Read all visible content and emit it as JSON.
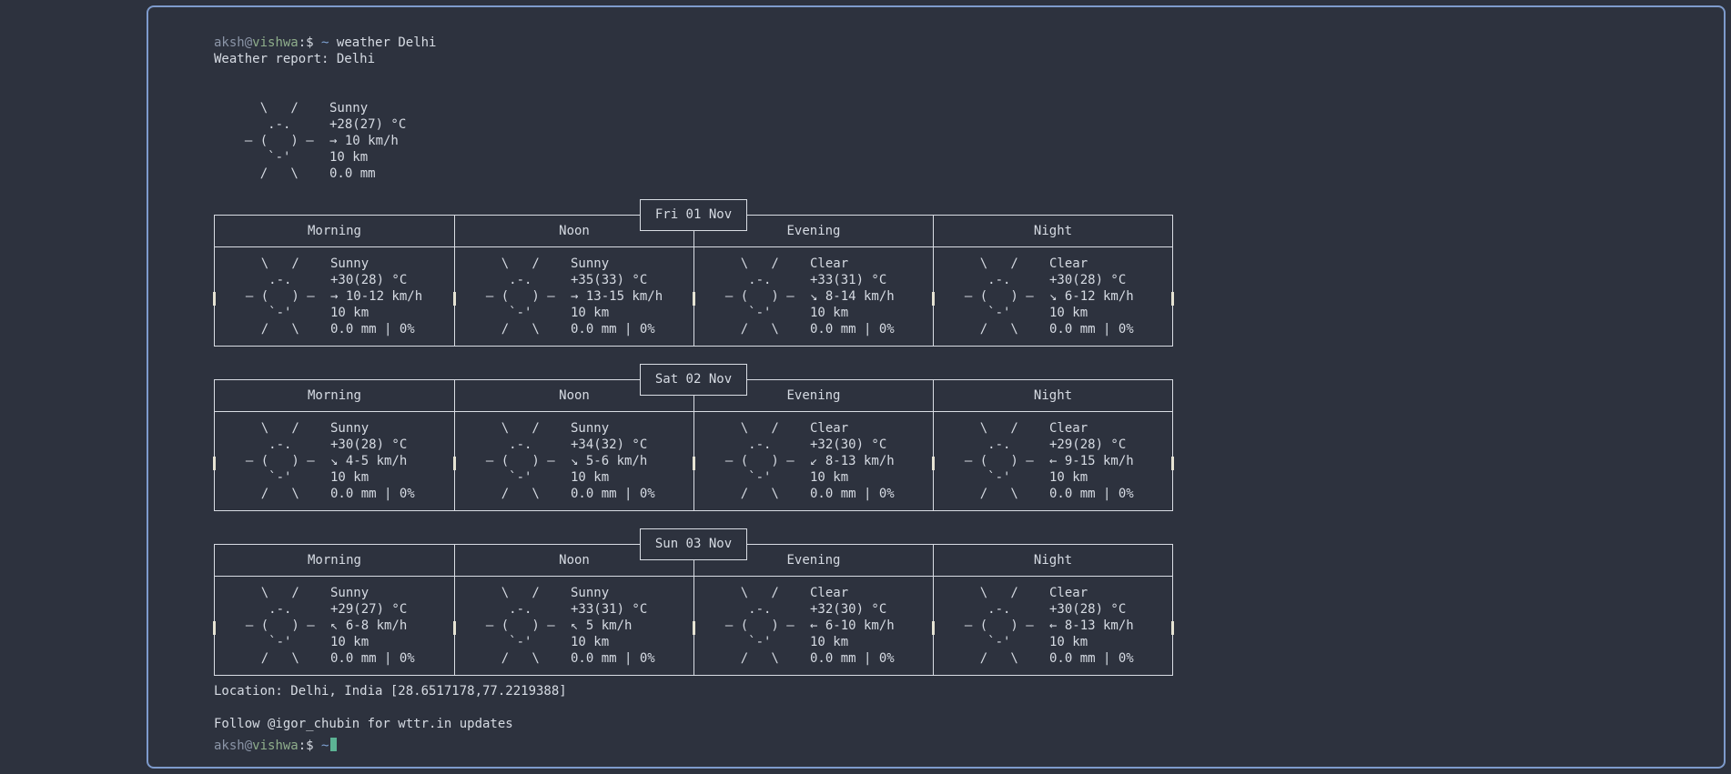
{
  "colors": {
    "background": "#2d323e",
    "window_border": "#7e9bcc",
    "text": "#d6dbe3",
    "table_border": "#d9dde4",
    "prompt_user": "#8b95a7",
    "prompt_host": "#8fae8c",
    "prompt_tilde": "#7fa3d4",
    "cursor": "#5cb394"
  },
  "session": {
    "prompt_user": "aksh",
    "prompt_at": "@",
    "prompt_host": "vishwa",
    "prompt_suffix": ":$",
    "prompt_tilde": "~",
    "command": "weather Delhi"
  },
  "report": {
    "title": "Weather report: Delhi"
  },
  "ascii_art": {
    "sun": "    \\   /\n     .-.\n  – (   ) –\n     `-'\n    /   \\"
  },
  "current": {
    "condition": "Sunny",
    "temperature": "+28(27) °C",
    "wind": "→ 10 km/h",
    "visibility": "10 km",
    "precipitation": "0.0 mm"
  },
  "periods": [
    "Morning",
    "Noon",
    "Evening",
    "Night"
  ],
  "days": [
    {
      "title": "Fri 01 Nov",
      "cells": [
        {
          "condition": "Sunny",
          "temperature": "+30(28) °C",
          "wind": "→ 10-12 km/h",
          "visibility": "10 km",
          "precipitation": "0.0 mm | 0%"
        },
        {
          "condition": "Sunny",
          "temperature": "+35(33) °C",
          "wind": "→ 13-15 km/h",
          "visibility": "10 km",
          "precipitation": "0.0 mm | 0%"
        },
        {
          "condition": "Clear",
          "temperature": "+33(31) °C",
          "wind": "↘ 8-14 km/h",
          "visibility": "10 km",
          "precipitation": "0.0 mm | 0%"
        },
        {
          "condition": "Clear",
          "temperature": "+30(28) °C",
          "wind": "↘ 6-12 km/h",
          "visibility": "10 km",
          "precipitation": "0.0 mm | 0%"
        }
      ]
    },
    {
      "title": "Sat 02 Nov",
      "cells": [
        {
          "condition": "Sunny",
          "temperature": "+30(28) °C",
          "wind": "↘ 4-5 km/h",
          "visibility": "10 km",
          "precipitation": "0.0 mm | 0%"
        },
        {
          "condition": "Sunny",
          "temperature": "+34(32) °C",
          "wind": "↘ 5-6 km/h",
          "visibility": "10 km",
          "precipitation": "0.0 mm | 0%"
        },
        {
          "condition": "Clear",
          "temperature": "+32(30) °C",
          "wind": "↙ 8-13 km/h",
          "visibility": "10 km",
          "precipitation": "0.0 mm | 0%"
        },
        {
          "condition": "Clear",
          "temperature": "+29(28) °C",
          "wind": "← 9-15 km/h",
          "visibility": "10 km",
          "precipitation": "0.0 mm | 0%"
        }
      ]
    },
    {
      "title": "Sun 03 Nov",
      "cells": [
        {
          "condition": "Sunny",
          "temperature": "+29(27) °C",
          "wind": "↖ 6-8 km/h",
          "visibility": "10 km",
          "precipitation": "0.0 mm | 0%"
        },
        {
          "condition": "Sunny",
          "temperature": "+33(31) °C",
          "wind": "↖ 5 km/h",
          "visibility": "10 km",
          "precipitation": "0.0 mm | 0%"
        },
        {
          "condition": "Clear",
          "temperature": "+32(30) °C",
          "wind": "← 6-10 km/h",
          "visibility": "10 km",
          "precipitation": "0.0 mm | 0%"
        },
        {
          "condition": "Clear",
          "temperature": "+30(28) °C",
          "wind": "← 8-13 km/h",
          "visibility": "10 km",
          "precipitation": "0.0 mm | 0%"
        }
      ]
    }
  ],
  "footer": {
    "location": "Location: Delhi, India [28.6517178,77.2219388]",
    "follow": "Follow @igor_chubin for wttr.in updates"
  }
}
